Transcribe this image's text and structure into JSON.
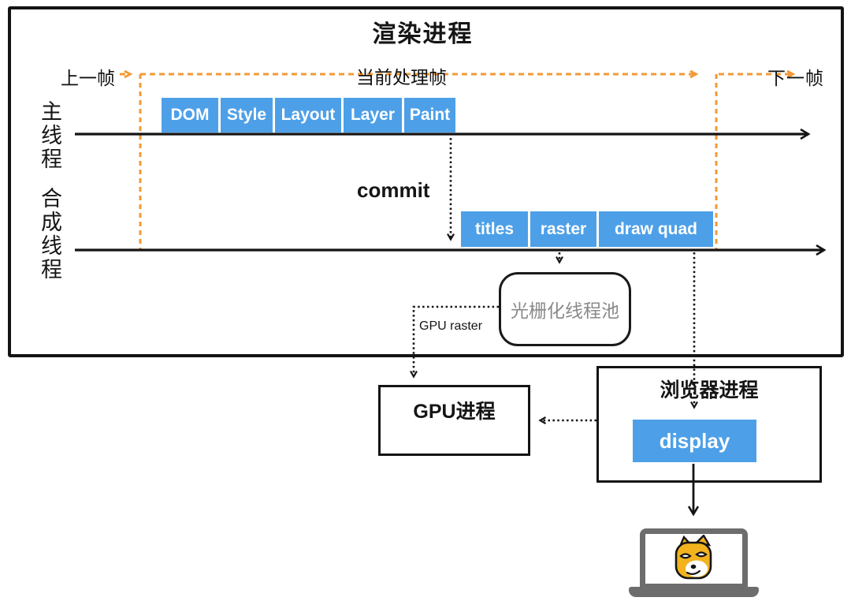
{
  "diagram": {
    "render_process": {
      "title": "渲染进程"
    },
    "frame_labels": {
      "prev": "上一帧",
      "current": "当前处理帧",
      "next": "下一帧"
    },
    "threads": {
      "main": "主线程",
      "compositor": "合成线程"
    },
    "main_thread_tasks": [
      "DOM",
      "Style",
      "Layout",
      "Layer",
      "Paint"
    ],
    "commit_label": "commit",
    "compositor_tasks": [
      "titles",
      "raster",
      "draw quad"
    ],
    "raster_pool_label": "光栅化线程池",
    "gpu_raster_label": "GPU raster",
    "gpu_process_label": "GPU进程",
    "browser_process_label": "浏览器进程",
    "display_label": "display",
    "colors": {
      "task_blue": "#4DA0E8",
      "frame_orange": "#F19A37",
      "pool_text_gray": "#8A8A8A",
      "laptop_gray": "#6D6D6D",
      "line_black": "#141414"
    }
  }
}
